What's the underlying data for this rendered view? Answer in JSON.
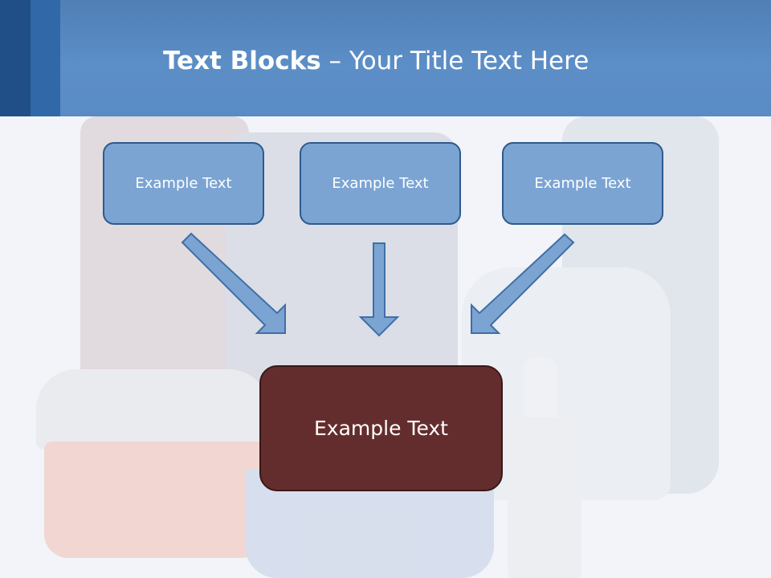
{
  "header": {
    "title_bold": "Text Blocks",
    "title_dash": "–",
    "title_rest": "Your Title Text Here"
  },
  "diagram": {
    "boxes": [
      {
        "label": "Example Text"
      },
      {
        "label": "Example Text"
      },
      {
        "label": "Example Text"
      }
    ],
    "main_box": {
      "label": "Example Text"
    }
  },
  "colors": {
    "header": "#5a8bc4",
    "box_fill": "#7ba4d3",
    "box_border": "#2d5a8c",
    "main_fill": "#642d2d",
    "arrow_fill": "#7ba4d3",
    "arrow_stroke": "#3f6fa6"
  }
}
